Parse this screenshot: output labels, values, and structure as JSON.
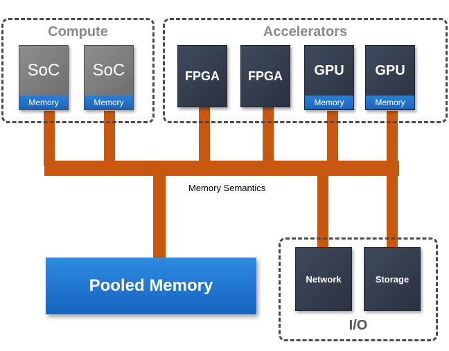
{
  "groups": {
    "compute": "Compute",
    "accelerators": "Accelerators",
    "io": "I/O"
  },
  "chips": {
    "soc1": {
      "name": "SoC",
      "memory": "Memory"
    },
    "soc2": {
      "name": "SoC",
      "memory": "Memory"
    },
    "fpga1": {
      "name": "FPGA"
    },
    "fpga2": {
      "name": "FPGA"
    },
    "gpu1": {
      "name": "GPU",
      "memory": "Memory"
    },
    "gpu2": {
      "name": "GPU",
      "memory": "Memory"
    },
    "network": {
      "name": "Network"
    },
    "storage": {
      "name": "Storage"
    }
  },
  "bus_label": "Memory Semantics",
  "pooled_memory": "Pooled Memory",
  "colors": {
    "bus": "#c8580f",
    "memory_blue": "#1c64b8",
    "chip_dark": "#2a3240",
    "chip_grey": "#6a6a6a"
  }
}
